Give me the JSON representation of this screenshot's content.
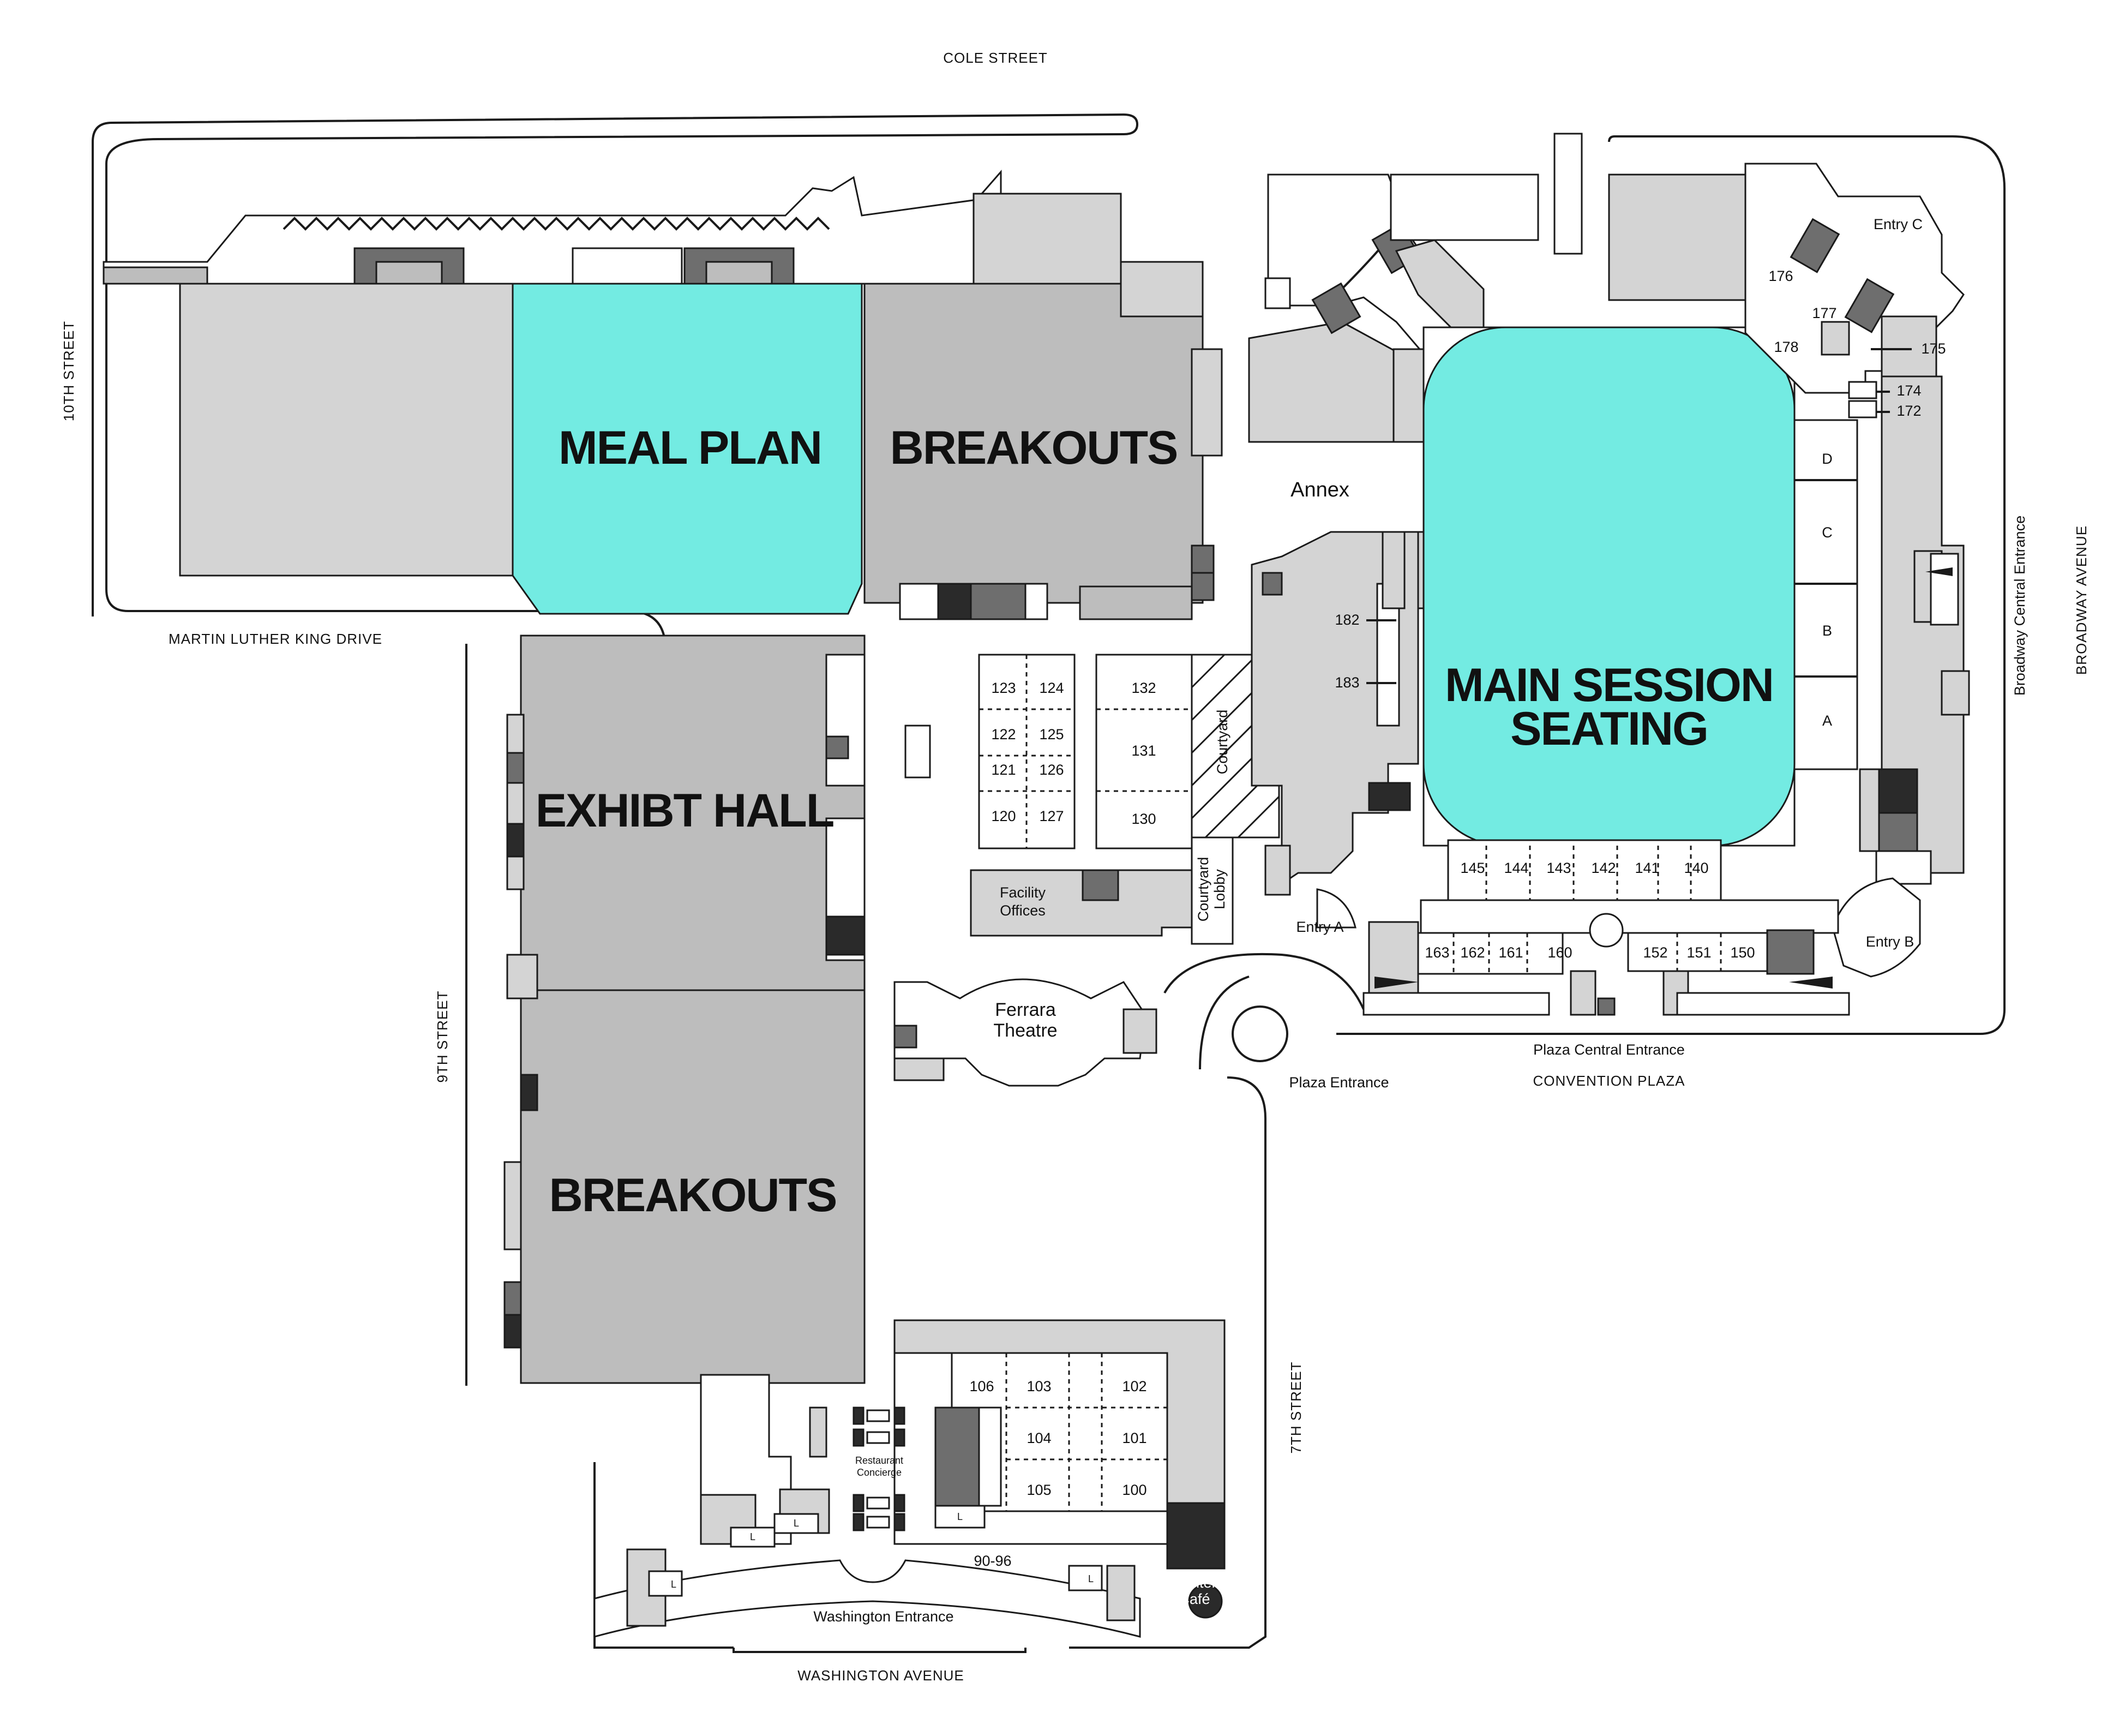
{
  "streets": {
    "cole": "COLE STREET",
    "tenth": "10TH STREET",
    "mlk": "MARTIN LUTHER KING DRIVE",
    "ninth": "9TH STREET",
    "seventh": "7TH STREET",
    "washington_ave": "WASHINGTON AVENUE",
    "broadway_ave": "BROADWAY AVENUE",
    "convention_plaza": "CONVENTION PLAZA"
  },
  "zones": {
    "meal_plan": "MEAL PLAN",
    "breakouts_north": "BREAKOUTS",
    "exhibit_hall": "EXHIBT HALL",
    "breakouts_south": "BREAKOUTS",
    "main_session_line1": "MAIN SESSION",
    "main_session_line2": "SEATING"
  },
  "places": {
    "annex": "Annex",
    "courtyard": "Courtyard",
    "courtyard_lobby_1": "Courtyard",
    "courtyard_lobby_2": "Lobby",
    "facility_offices_1": "Facility",
    "facility_offices_2": "Offices",
    "ferrara_1": "Ferrara",
    "ferrara_2": "Theatre",
    "entry_a": "Entry A",
    "entry_b": "Entry B",
    "entry_c": "Entry C",
    "plaza_central_entrance": "Plaza Central Entrance",
    "plaza_entrance": "Plaza Entrance",
    "broadway_central_entrance": "Broadway Central Entrance",
    "washington_entrance": "Washington Entrance",
    "restaurant_concierge_1": "Restaurant",
    "restaurant_concierge_2": "Concierge",
    "center_cafe_1": "Center",
    "center_cafe_2": "Café",
    "rooms_90_96": "90-96"
  },
  "rooms": {
    "r123": "123",
    "r124": "124",
    "r122": "122",
    "r125": "125",
    "r121": "121",
    "r126": "126",
    "r120": "120",
    "r127": "127",
    "r132": "132",
    "r131": "131",
    "r130": "130",
    "r182": "182",
    "r183": "183",
    "r176": "176",
    "r177": "177",
    "r178": "178",
    "r175": "175",
    "r174": "174",
    "r172": "172",
    "rD": "D",
    "rC": "C",
    "rB": "B",
    "rA": "A",
    "r145": "145",
    "r144": "144",
    "r143": "143",
    "r142": "142",
    "r141": "141",
    "r140": "140",
    "r163": "163",
    "r162": "162",
    "r161": "161",
    "r160": "160",
    "r152": "152",
    "r151": "151",
    "r150": "150",
    "r106": "106",
    "r103": "103",
    "r102": "102",
    "r104": "104",
    "r101": "101",
    "r105": "105",
    "r100": "100",
    "lift": "L"
  },
  "colors": {
    "highlight": "#73ebe2",
    "room_light": "#d4d4d4",
    "room_mid": "#bdbdbd",
    "room_dark": "#6e6e6e",
    "outline": "#1a1a1a"
  }
}
